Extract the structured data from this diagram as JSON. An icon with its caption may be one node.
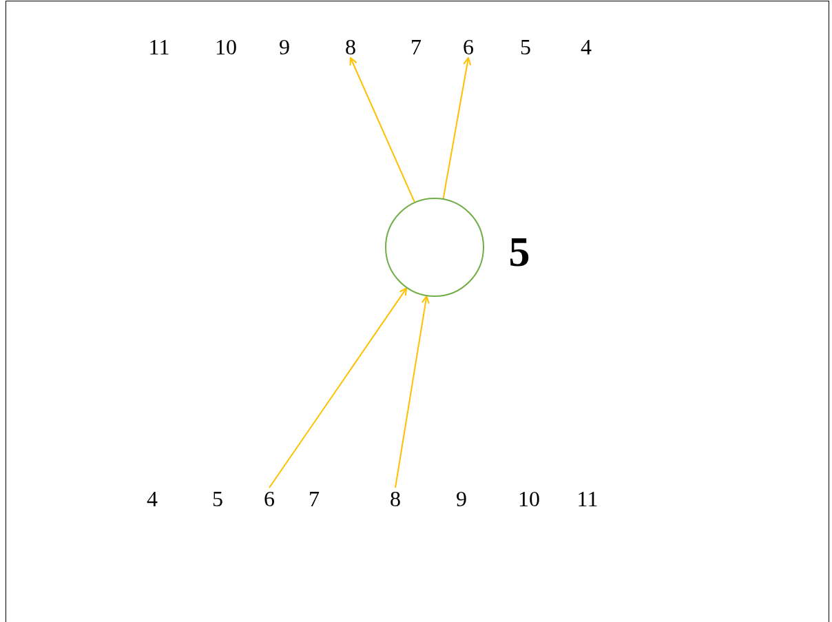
{
  "diagram": {
    "nodes": [
      {
        "text": [
          "8"
        ]
      },
      {
        "text": [
          "6"
        ]
      },
      {
        "text": [],
        "shape": "circle",
        "beside": [
          "5"
        ]
      },
      {
        "text": [
          "6"
        ]
      },
      {
        "text": [
          "8"
        ]
      }
    ],
    "edges": [
      {
        "from": 2,
        "to": 0,
        "arrow": "to"
      },
      {
        "from": 2,
        "to": 1,
        "arrow": "to"
      },
      {
        "from": 3,
        "to": 2,
        "arrow": "to"
      },
      {
        "from": 4,
        "to": 2,
        "arrow": "to"
      }
    ],
    "labels": [
      "11",
      "10",
      "9",
      "7",
      "5",
      "4",
      "4",
      "5",
      "7",
      "9",
      "10",
      "11"
    ]
  }
}
